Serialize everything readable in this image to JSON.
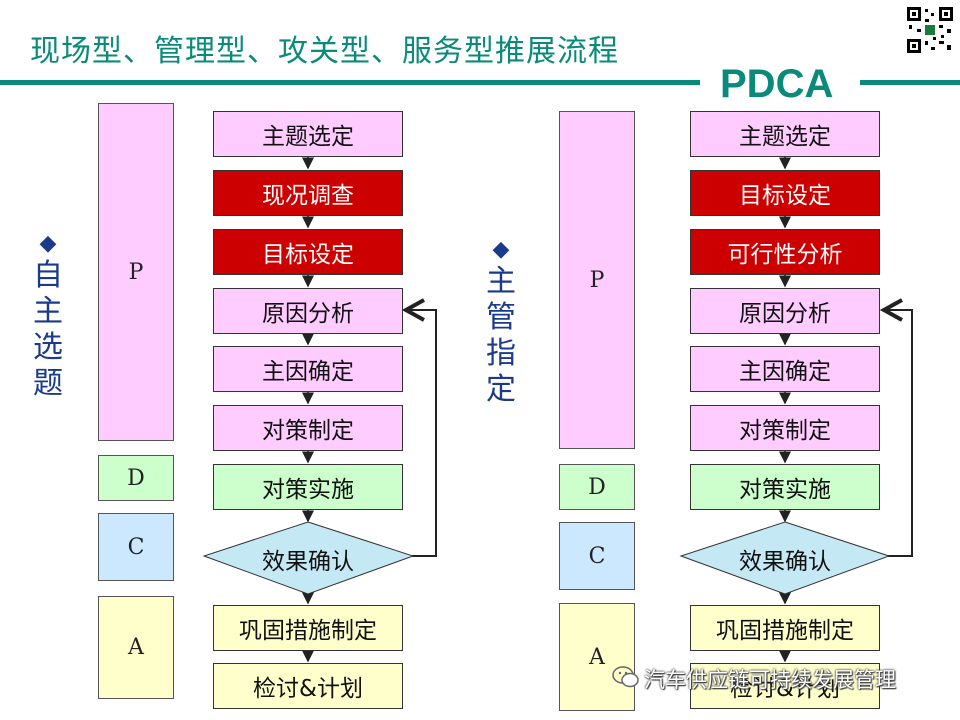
{
  "title": "现场型、管理型、攻关型、服务型推展流程",
  "badge": "PDCA",
  "left": {
    "side_label": [
      "自",
      "主",
      "选",
      "题"
    ],
    "phases": [
      "P",
      "D",
      "C",
      "A"
    ],
    "steps": [
      "主题选定",
      "现况调查",
      "目标设定",
      "原因分析",
      "主因确定",
      "对策制定",
      "对策实施"
    ],
    "decision": "效果确认",
    "after": [
      "巩固措施制定",
      "检讨&计划"
    ]
  },
  "right": {
    "side_label": [
      "主",
      "管",
      "指",
      "定"
    ],
    "phases": [
      "P",
      "D",
      "C",
      "A"
    ],
    "steps": [
      "主题选定",
      "目标设定",
      "可行性分析",
      "原因分析",
      "主因确定",
      "对策制定",
      "对策实施"
    ],
    "decision": "效果确认",
    "after": [
      "巩固措施制定",
      "检讨&计划"
    ]
  },
  "watermark": "汽车供应链可持续发展管理",
  "colors": {
    "accent": "#0a8a7a",
    "p_fill": "#ffccff",
    "d_fill": "#ccffcc",
    "c_fill": "#cce8ff",
    "a_fill": "#ffffcc",
    "highlight": "#cc0000",
    "side_label": "#1a3a8a"
  }
}
